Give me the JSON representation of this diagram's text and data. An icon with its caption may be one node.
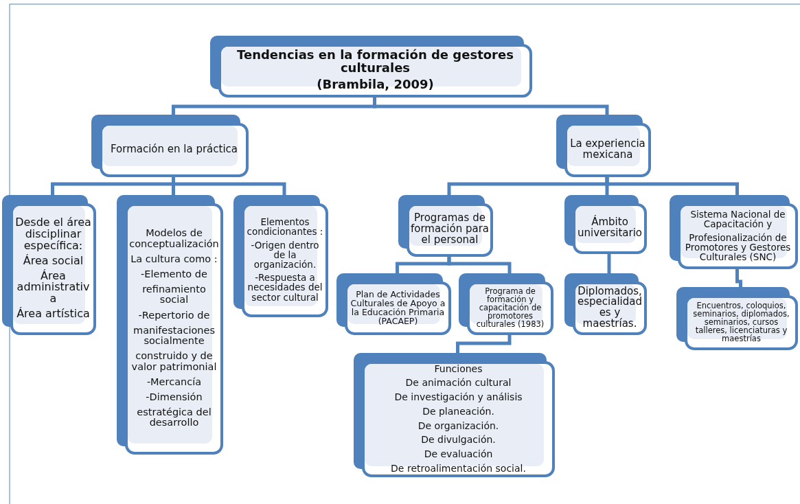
{
  "diagram": {
    "nodes": [
      {
        "text": [
          "Tendencias en la formación de gestores culturales",
          "(Brambila, 2009)"
        ]
      },
      {
        "text": [
          "Formación en la práctica"
        ]
      },
      {
        "text": [
          "La experiencia mexicana"
        ]
      },
      {
        "text": [
          "Desde el área disciplinar específica:",
          "Área social",
          "Área administrativa",
          "Área artística"
        ]
      },
      {
        "text": [
          "Modelos de conceptualización",
          "La cultura como :",
          "-Elemento de",
          "refinamiento social",
          "-Repertorio de",
          "manifestaciones socialmente",
          "construido y de valor patrimonial",
          "-Mercancía",
          "-Dimensión",
          "estratégica del desarrollo"
        ]
      },
      {
        "text": [
          "Elementos condicionantes :",
          "-Origen dentro de la organización.",
          "-Respuesta a necesidades del sector cultural"
        ]
      },
      {
        "text": [
          "Programas de formación para el personal"
        ]
      },
      {
        "text": [
          "Ámbito universitario"
        ]
      },
      {
        "text": [
          "Sistema Nacional de Capacitación y",
          "Profesionalización de Promotores y Gestores Culturales (SNC)"
        ]
      },
      {
        "text": [
          "Plan de Actividades Culturales de Apoyo a la Educación Primaria (PACAEP)"
        ]
      },
      {
        "text": [
          "Programa de formación y capacitación de promotores culturales (1983)"
        ]
      },
      {
        "text": [
          "Diplomados, especialidades y maestrías."
        ]
      },
      {
        "text": [
          "Encuentros, coloquios, seminarios, diplomados, seminarios, cursos talleres, licenciaturas y maestrías"
        ]
      },
      {
        "text": [
          "Funciones",
          "De animación cultural",
          "De investigación y análisis",
          "De planeación.",
          "De organización.",
          "De divulgación.",
          "De evaluación",
          "De retroalimentación social."
        ]
      }
    ],
    "edges": [
      {
        "from": 0,
        "to": 1,
        "arrow": "none"
      },
      {
        "from": 0,
        "to": 2,
        "arrow": "none"
      },
      {
        "from": 1,
        "to": 3,
        "arrow": "none"
      },
      {
        "from": 1,
        "to": 4,
        "arrow": "none"
      },
      {
        "from": 1,
        "to": 5,
        "arrow": "none"
      },
      {
        "from": 2,
        "to": 6,
        "arrow": "none"
      },
      {
        "from": 2,
        "to": 7,
        "arrow": "none"
      },
      {
        "from": 2,
        "to": 8,
        "arrow": "none"
      },
      {
        "from": 6,
        "to": 9,
        "arrow": "none"
      },
      {
        "from": 6,
        "to": 10,
        "arrow": "none"
      },
      {
        "from": 7,
        "to": 11,
        "arrow": "none"
      },
      {
        "from": 8,
        "to": 12,
        "arrow": "none"
      },
      {
        "from": 10,
        "to": 13,
        "arrow": "none"
      }
    ]
  }
}
